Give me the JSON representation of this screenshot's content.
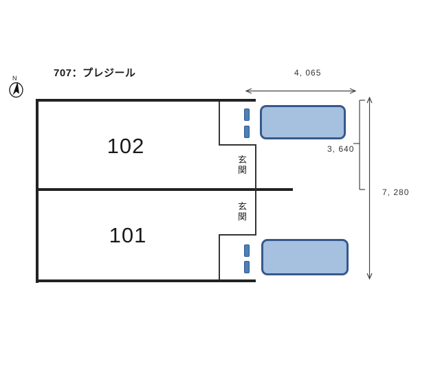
{
  "page": {
    "title": "707：プレジール"
  },
  "compass": {
    "north_label": "N"
  },
  "floor_plan": {
    "units": [
      {
        "number": "102",
        "entrance_label": "玄関"
      },
      {
        "number": "101",
        "entrance_label": "玄関"
      }
    ],
    "parking_spaces": [
      {
        "name": "parking-space-upper"
      },
      {
        "name": "parking-space-lower"
      }
    ]
  },
  "dimensions": {
    "parking_width": "4, 065",
    "unit_depth": "3, 640",
    "building_depth": "7, 280"
  },
  "colors": {
    "wall": "#222222",
    "parking_fill": "#a6c0df",
    "parking_border": "#35598b",
    "step_fill": "#4d80b4",
    "step_border": "#2d5a8e",
    "dimension_text": "#333333",
    "title_text": "#1a1a1a"
  }
}
